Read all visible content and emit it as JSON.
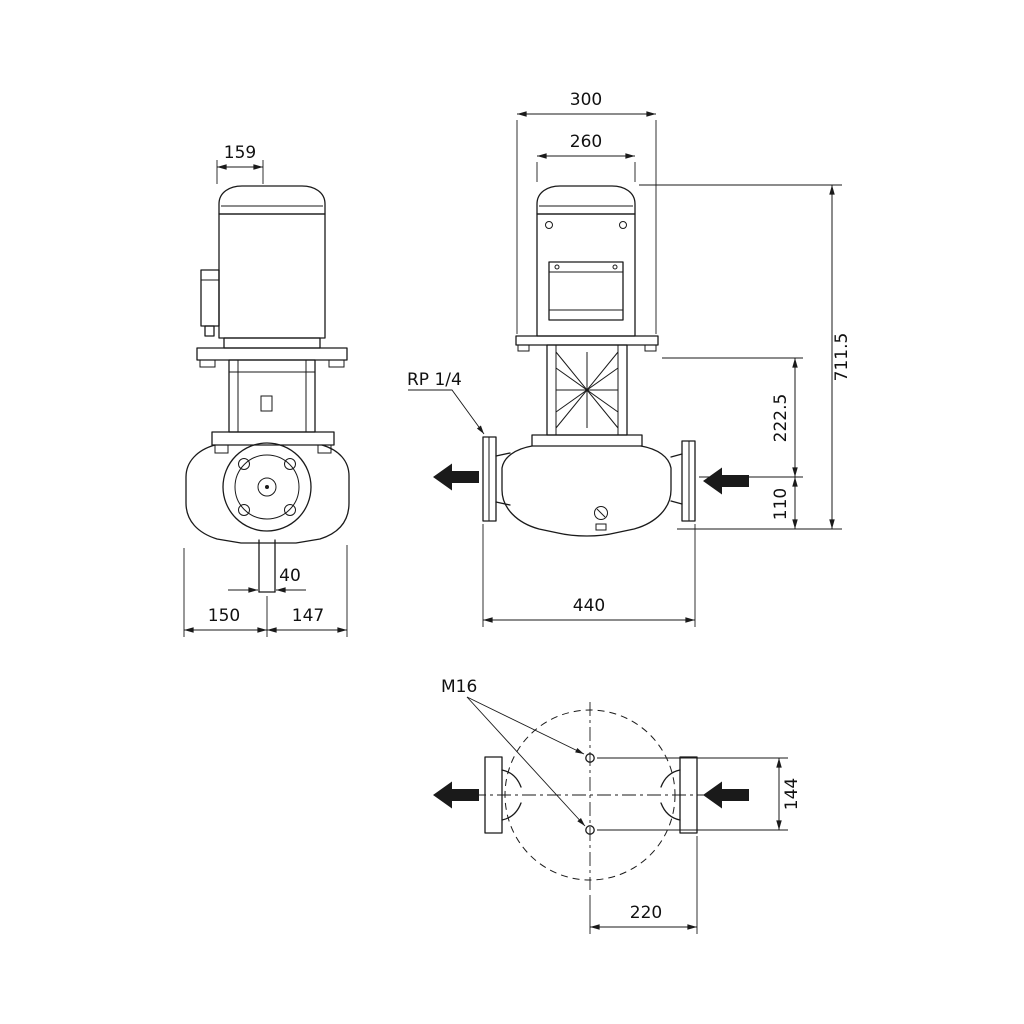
{
  "page": {
    "background": "#ffffff",
    "ink": "#1a1a1a",
    "kind": "pump-dimensional-drawing"
  },
  "views": {
    "side": {
      "dims": {
        "motor_width": "159",
        "port_bore": "40",
        "base_left": "150",
        "base_right": "147"
      }
    },
    "front": {
      "labels": {
        "gauge_port": "RP 1/4"
      },
      "dims": {
        "stool_width": "300",
        "motor_width": "260",
        "total_height": "711.5",
        "port_to_flange": "222.5",
        "port_to_base": "110",
        "flange_to_flange": "440"
      }
    },
    "top": {
      "labels": {
        "bolt_thread": "M16"
      },
      "dims": {
        "bolt_spacing": "144",
        "center_to_flange": "220"
      }
    }
  }
}
